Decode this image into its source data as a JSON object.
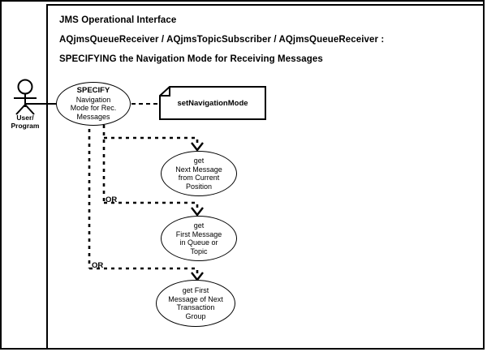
{
  "diagram": {
    "title_lines": [
      "JMS Operational Interface",
      "AQjmsQueueReceiver / AQjmsTopicSubscriber / AQjmsQueueReceiver   :",
      "SPECIFYING the Navigation Mode for Receiving Messages"
    ],
    "actor": {
      "name": "actor-user-program",
      "label_line_1": "User/",
      "label_line_2": "Program"
    },
    "note": {
      "text": "setNavigationMode"
    },
    "use_cases": [
      {
        "id": "uc-specify",
        "lines": [
          {
            "text": "SPECIFY",
            "bold": true
          },
          {
            "text": "Navigation",
            "bold": false
          },
          {
            "text": "Mode for Rec.",
            "bold": false
          },
          {
            "text": "Messages",
            "bold": false
          }
        ]
      },
      {
        "id": "uc-next",
        "lines": [
          {
            "text": "get",
            "bold": false
          },
          {
            "text": "Next Message",
            "bold": false
          },
          {
            "text": "from Current",
            "bold": false
          },
          {
            "text": "Position",
            "bold": false
          }
        ]
      },
      {
        "id": "uc-first",
        "lines": [
          {
            "text": "get",
            "bold": false
          },
          {
            "text": "First Message",
            "bold": false
          },
          {
            "text": "in Queue or",
            "bold": false
          },
          {
            "text": "Topic",
            "bold": false
          }
        ]
      },
      {
        "id": "uc-txn",
        "lines": [
          {
            "text": "get First",
            "bold": false
          },
          {
            "text": "Message of Next",
            "bold": false
          },
          {
            "text": "Transaction",
            "bold": false
          },
          {
            "text": "Group",
            "bold": false
          }
        ]
      }
    ],
    "branch_labels": [
      {
        "id": "or-1",
        "text": "OR"
      },
      {
        "id": "or-2",
        "text": "OR"
      }
    ],
    "colors": {
      "stroke": "#000000",
      "background": "#ffffff",
      "text": "#000000"
    }
  }
}
